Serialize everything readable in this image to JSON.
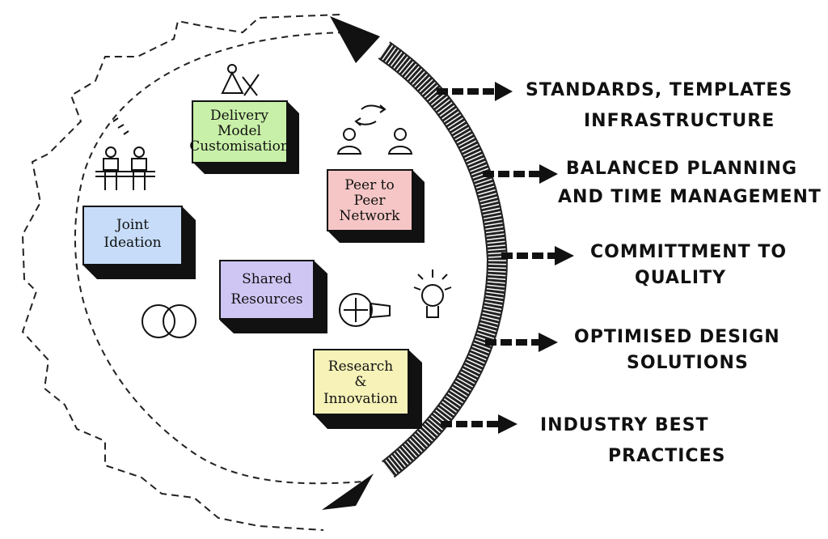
{
  "colors": {
    "ink": "#111111",
    "delivery": "#c8f0a8",
    "peer": "#f6c6c6",
    "joint": "#c6dcf8",
    "shared": "#cfc6f4",
    "research": "#f6f2b8"
  },
  "boxes": {
    "delivery": {
      "lines": [
        "Delivery",
        "Model",
        "Customisation"
      ]
    },
    "peer": {
      "lines": [
        "Peer to",
        "Peer",
        "Network"
      ]
    },
    "joint": {
      "lines": [
        "Joint",
        "Ideation"
      ]
    },
    "shared": {
      "lines": [
        "Shared",
        "Resources"
      ]
    },
    "research": {
      "lines": [
        "Research",
        "&",
        "Innovation"
      ]
    }
  },
  "outcomes": [
    {
      "lines": [
        "STANDARDS, TEMPLATES",
        "INFRASTRUCTURE"
      ]
    },
    {
      "lines": [
        "BALANCED PLANNING",
        "AND TIME MANAGEMENT"
      ]
    },
    {
      "lines": [
        "COMMITTMENT TO",
        "QUALITY"
      ]
    },
    {
      "lines": [
        "OPTIMISED DESIGN",
        "SOLUTIONS"
      ]
    },
    {
      "lines": [
        "INDUSTRY BEST",
        "PRACTICES"
      ]
    }
  ],
  "icons": [
    "people-tools-icon",
    "arrows-people-icon",
    "meeting-people-icon",
    "interlocking-rings-icon",
    "target-head-icon",
    "lightbulb-icon"
  ]
}
